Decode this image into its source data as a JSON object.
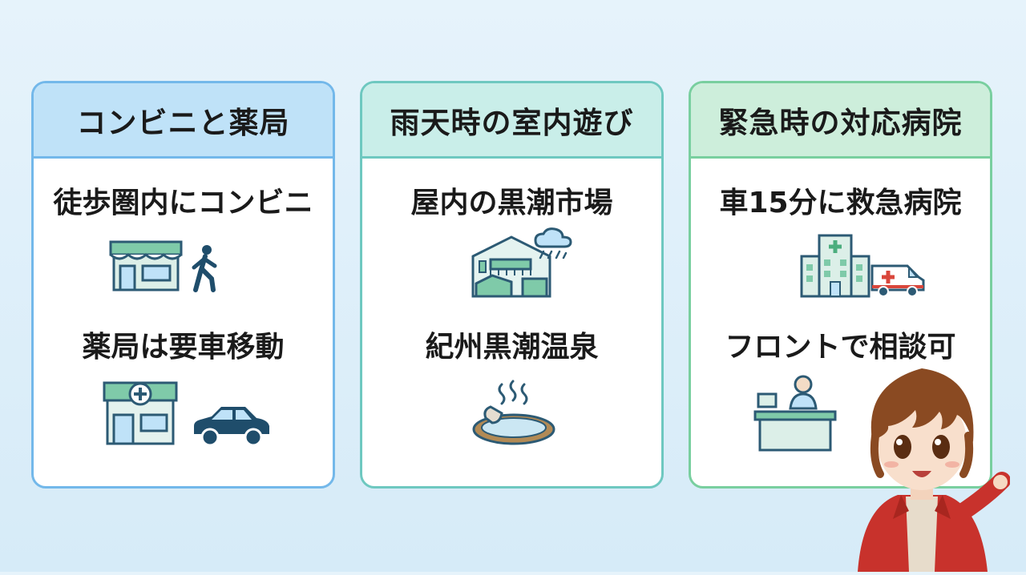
{
  "cards": [
    {
      "title": "コンビニと薬局",
      "items": [
        "徒歩圏内にコンビニ",
        "薬局は要車移動"
      ],
      "accent": "#73b8ea",
      "header_bg": "#bfe2f8"
    },
    {
      "title": "雨天時の室内遊び",
      "items": [
        "屋内の黒潮市場",
        "紀州黒潮温泉"
      ],
      "accent": "#6ec8c0",
      "header_bg": "#c9eee9"
    },
    {
      "title": "緊急時の対応病院",
      "items": [
        "車15分に救急病院",
        "フロントで相談可"
      ],
      "accent": "#79cf9f",
      "header_bg": "#cdeedb"
    }
  ],
  "icons": {
    "card1": [
      "convenience-store-icon",
      "walking-person-icon",
      "pharmacy-icon",
      "car-icon"
    ],
    "card2": [
      "indoor-market-icon",
      "rain-cloud-icon",
      "hot-spring-icon"
    ],
    "card3": [
      "hospital-icon",
      "ambulance-icon",
      "reception-desk-icon"
    ]
  }
}
